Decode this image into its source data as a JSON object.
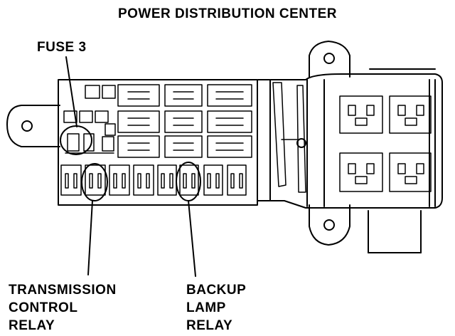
{
  "title": "POWER DISTRIBUTION CENTER",
  "callouts": {
    "fuse": "FUSE 3",
    "transmission_relay": [
      "TRANSMISSION",
      "CONTROL",
      "RELAY"
    ],
    "backup_relay": [
      "BACKUP",
      "LAMP",
      "RELAY"
    ]
  },
  "colors": {
    "ink": "#000000",
    "paper": "#ffffff"
  }
}
